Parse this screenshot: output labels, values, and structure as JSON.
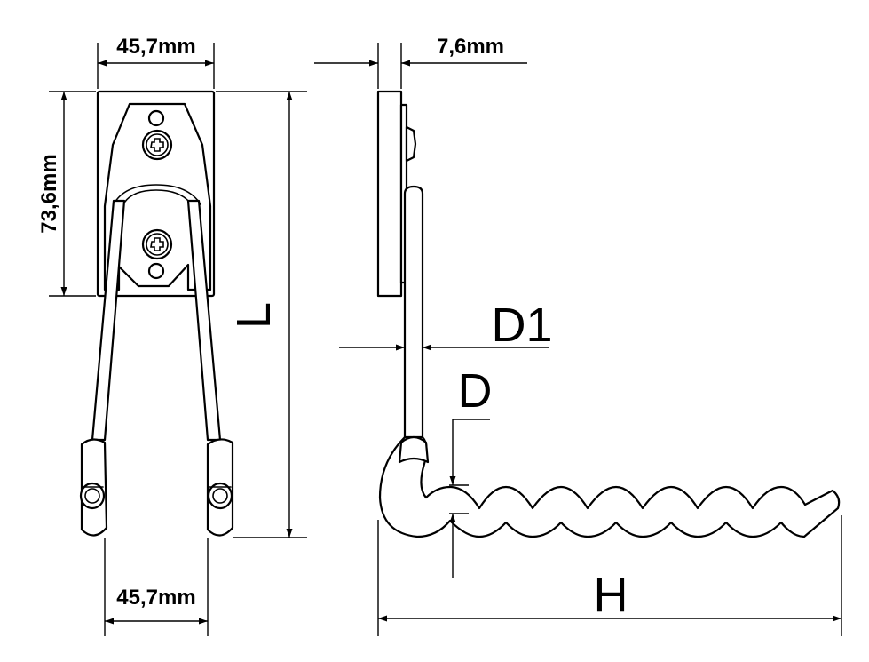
{
  "labels": {
    "top_width": "45,7mm",
    "plate_height": "73,6mm",
    "plate_thickness": "7,6mm",
    "bottom_width": "45,7mm",
    "length": "L",
    "wire_diameter": "D1",
    "wave_diameter": "D",
    "overall_length": "H"
  },
  "colors": {
    "ink": "#000000",
    "background": "#ffffff"
  }
}
